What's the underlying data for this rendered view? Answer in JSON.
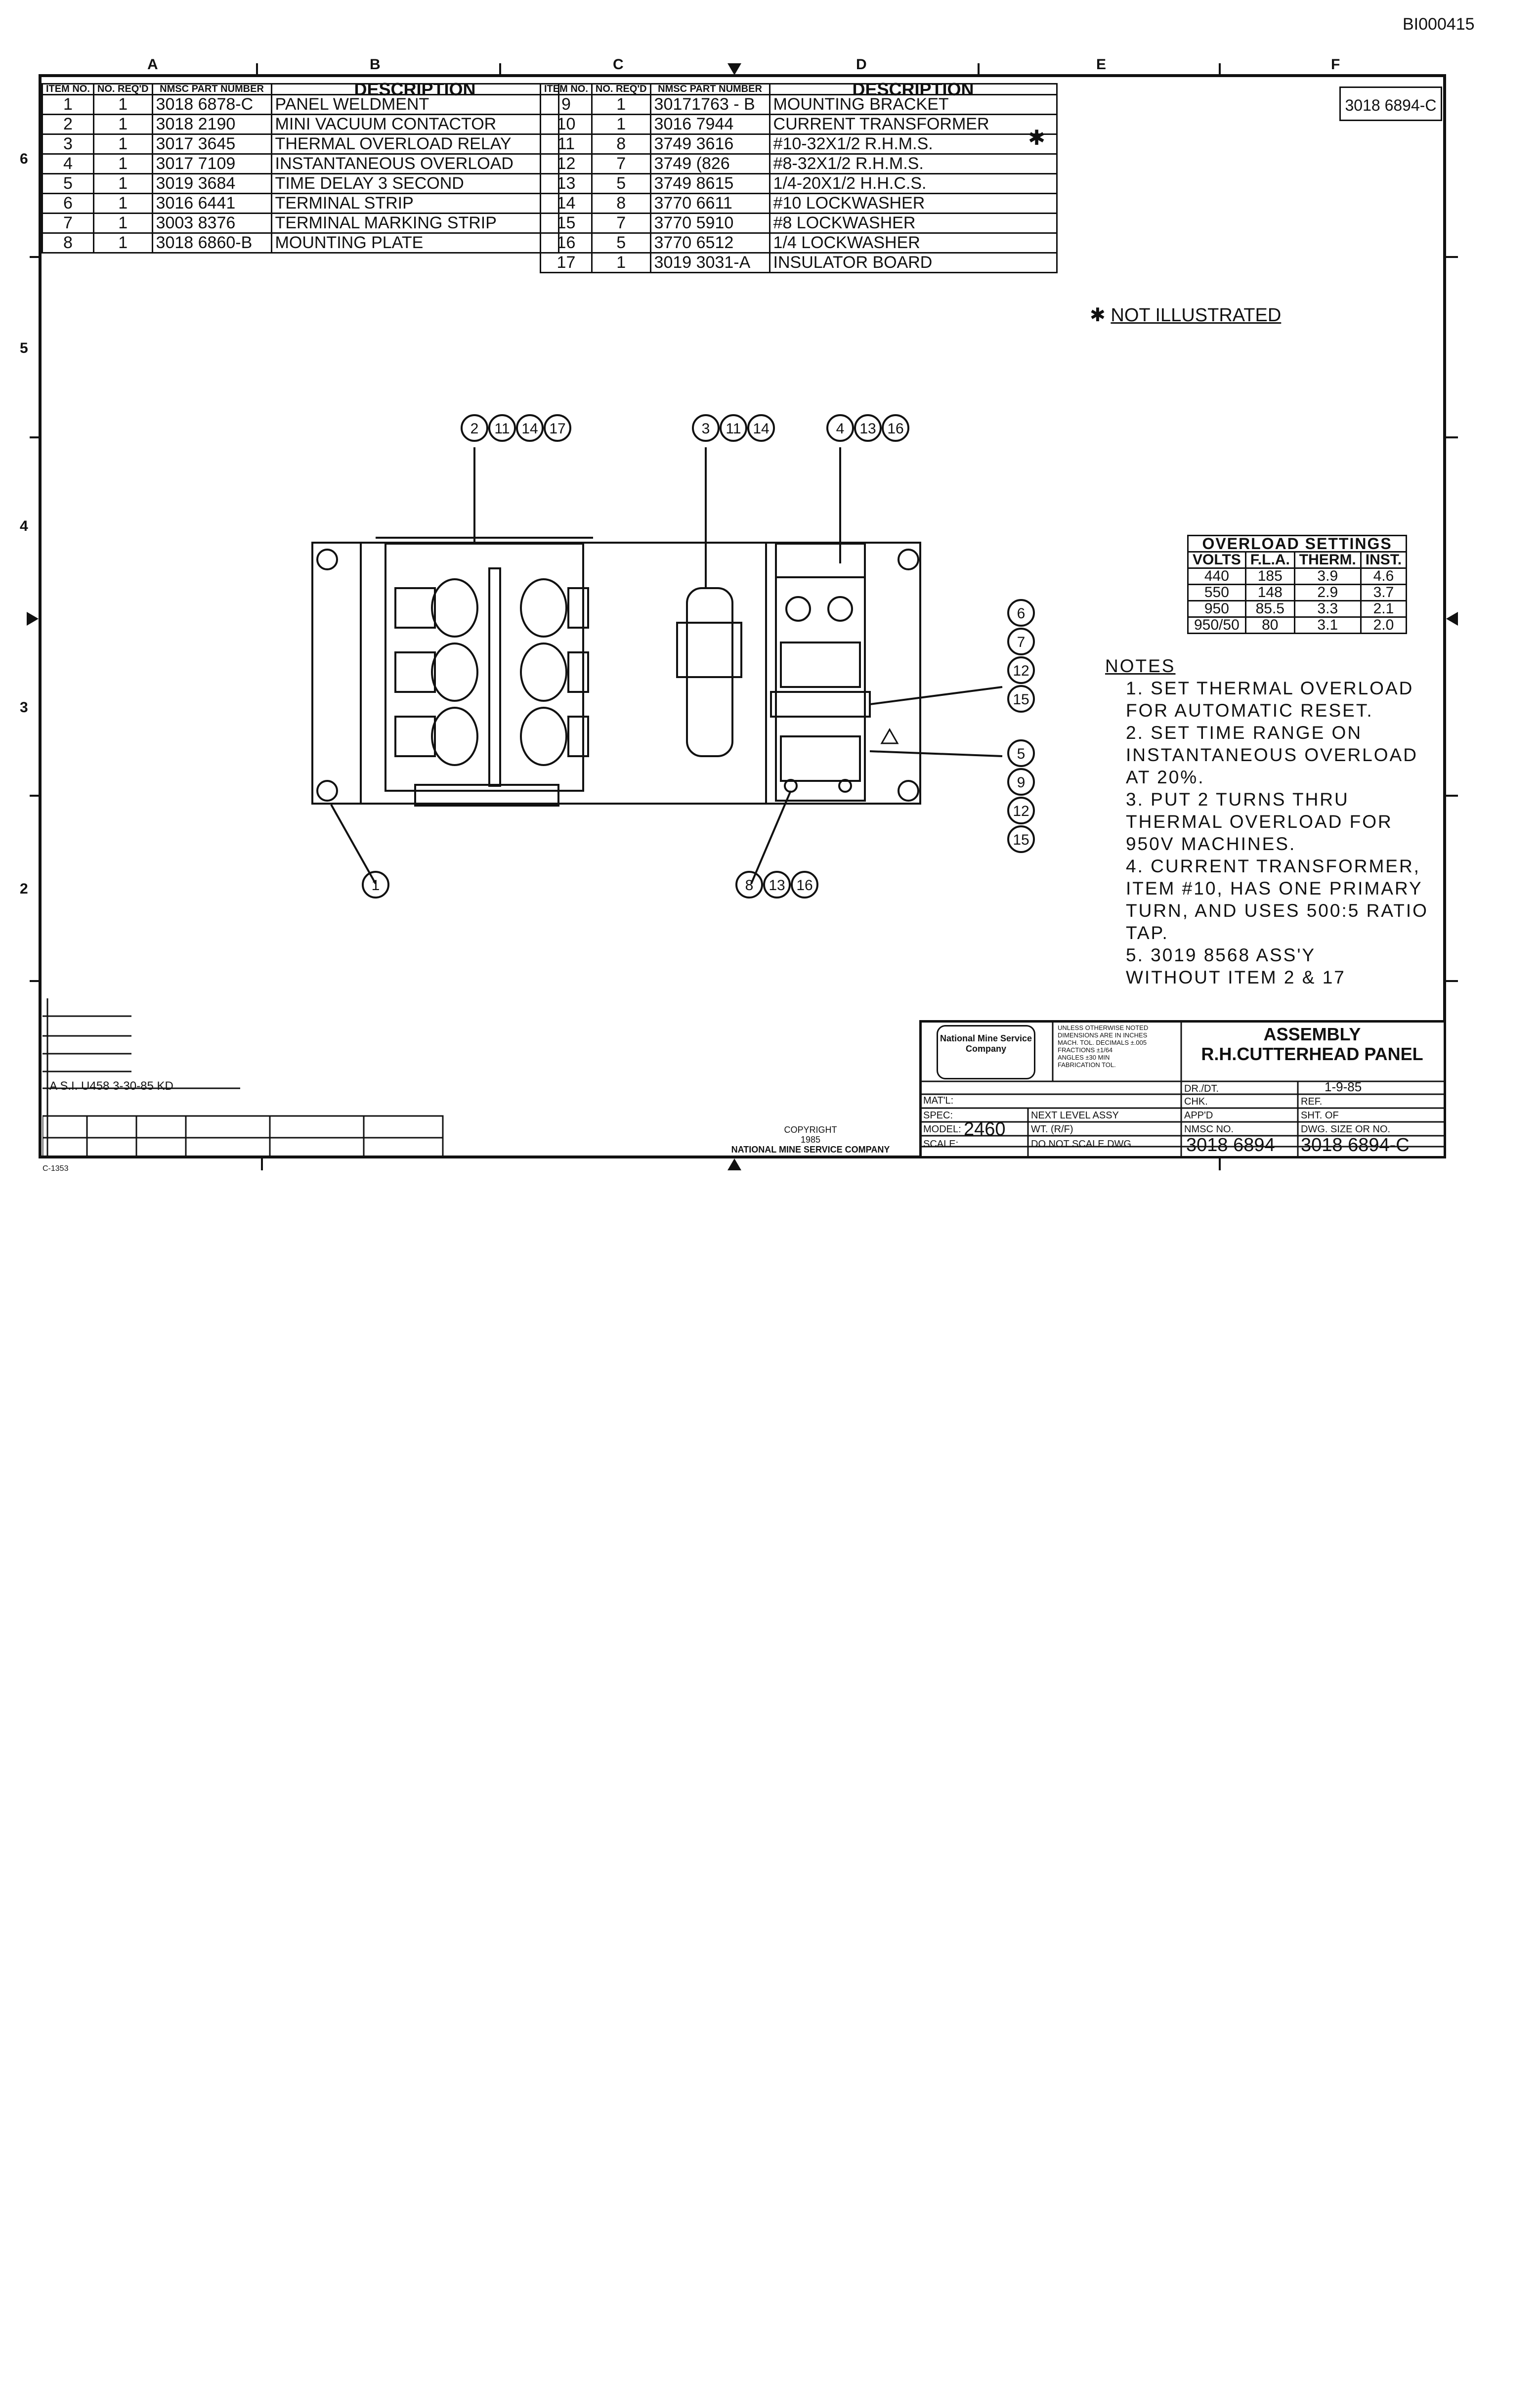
{
  "document_id": "BI000415",
  "corner_dwg_no": "3018 6894-C",
  "zone_columns": [
    "A",
    "B",
    "C",
    "D",
    "E",
    "F"
  ],
  "zone_rows": [
    "6",
    "5",
    "4",
    "3",
    "2"
  ],
  "parts_table_headers": {
    "item_no": "ITEM NO.",
    "no_reqd": "NO. REQ'D",
    "part_number": "NMSC PART NUMBER",
    "description": "DESCRIPTION"
  },
  "parts_left": [
    {
      "item": "1",
      "qty": "1",
      "part": "3018 6878-C",
      "desc": "PANEL  WELDMENT"
    },
    {
      "item": "2",
      "qty": "1",
      "part": "3018 2190",
      "desc": "MINI VACUUM CONTACTOR"
    },
    {
      "item": "3",
      "qty": "1",
      "part": "3017 3645",
      "desc": "THERMAL OVERLOAD RELAY"
    },
    {
      "item": "4",
      "qty": "1",
      "part": "3017 7109",
      "desc": "INSTANTANEOUS OVERLOAD"
    },
    {
      "item": "5",
      "qty": "1",
      "part": "3019  3684",
      "desc": "TIME DELAY 3 SECOND"
    },
    {
      "item": "6",
      "qty": "1",
      "part": "3016 6441",
      "desc": "TERMINAL  STRIP"
    },
    {
      "item": "7",
      "qty": "1",
      "part": "3003 8376",
      "desc": "TERMINAL MARKING STRIP"
    },
    {
      "item": "8",
      "qty": "1",
      "part": "3018 6860-B",
      "desc": "MOUNTING PLATE"
    }
  ],
  "parts_right": [
    {
      "item": "9",
      "qty": "1",
      "part": "30171763 - B",
      "desc": "MOUNTING BRACKET"
    },
    {
      "item": "10",
      "qty": "1",
      "part": "3016 7944",
      "desc": "CURRENT  TRANSFORMER"
    },
    {
      "item": "11",
      "qty": "8",
      "part": "3749 3616",
      "desc": "#10-32X1/2 R.H.M.S."
    },
    {
      "item": "12",
      "qty": "7",
      "part": "3749 (826",
      "desc": "#8-32X1/2 R.H.M.S."
    },
    {
      "item": "13",
      "qty": "5",
      "part": "3749 8615",
      "desc": "1/4-20X1/2 H.H.C.S."
    },
    {
      "item": "14",
      "qty": "8",
      "part": "3770 6611",
      "desc": "#10  LOCKWASHER"
    },
    {
      "item": "15",
      "qty": "7",
      "part": "3770 5910",
      "desc": "#8  LOCKWASHER"
    },
    {
      "item": "16",
      "qty": "5",
      "part": "3770 6512",
      "desc": "1/4 LOCKWASHER"
    },
    {
      "item": "17",
      "qty": "1",
      "part": "3019 3031-A",
      "desc": "INSULATOR  BOARD"
    }
  ],
  "not_illustrated_mark": "✱",
  "not_illustrated_note": "NOT  ILLUSTRATED",
  "callouts": {
    "top_left": [
      "2",
      "11",
      "14",
      "17"
    ],
    "top_mid": [
      "3",
      "11",
      "14"
    ],
    "top_right": [
      "4",
      "13",
      "16"
    ],
    "right_group1": [
      "6",
      "7",
      "12",
      "15"
    ],
    "right_group2": [
      "5",
      "9",
      "12",
      "15"
    ],
    "bottom_left": [
      "1"
    ],
    "bottom_mid": [
      "8",
      "13",
      "16"
    ]
  },
  "overload": {
    "caption": "OVERLOAD SETTINGS",
    "headers": [
      "VOLTS",
      "F.L.A.",
      "THERM.",
      "INST."
    ],
    "rows": [
      [
        "440",
        "185",
        "3.9",
        "4.6"
      ],
      [
        "550",
        "148",
        "2.9",
        "3.7"
      ],
      [
        "950",
        "85.5",
        "3.3",
        "2.1"
      ],
      [
        "950/50",
        "80",
        "3.1",
        "2.0"
      ]
    ]
  },
  "notes": {
    "title": "NOTES",
    "items": [
      "1. SET  THERMAL OVERLOAD FOR AUTOMATIC  RESET.",
      "2. SET  TIME  RANGE  ON INSTANTANEOUS  OVERLOAD AT  20%.",
      "3. PUT  2  TURNS  THRU THERMAL  OVERLOAD  FOR 950V  MACHINES.",
      "4. CURRENT  TRANSFORMER, ITEM #10, HAS ONE PRIMARY TURN, AND USES 500:5 RATIO TAP.",
      "5. 3019  8568  ASS'Y  WITHOUT ITEM  2 & 17"
    ]
  },
  "title_block": {
    "company": "National Mine Service Company",
    "tolerance_lines": [
      "UNLESS OTHERWISE NOTED",
      "DIMENSIONS ARE IN INCHES",
      "MACH. TOL.  DECIMALS ±.005",
      "FRACTIONS ±1/64",
      "ANGLES ±30 MIN",
      "FABRICATION TOL."
    ],
    "title_line1": "ASSEMBLY",
    "title_line2": "R.H.CUTTERHEAD PANEL",
    "labels": {
      "matl": "MAT'L:",
      "spec": "SPEC:",
      "model": "MODEL:",
      "scale": "SCALE:",
      "next_level": "NEXT LEVEL ASSY",
      "wt": "WT. (R/F)",
      "dont_scale": "DO NOT SCALE DWG.",
      "dr": "DR./DT.",
      "chk": "CHK.",
      "appd": "APP'D",
      "nmsc_no": "NMSC NO.",
      "ref": "REF.",
      "sht": "SHT.    OF",
      "dwg_size": "DWG. SIZE OR NO."
    },
    "model": "2460",
    "date": "1-9-85",
    "nmsc_no": "3018 6894",
    "dwg_no": "3018 6894-C"
  },
  "copyright": [
    "COPYRIGHT",
    "1985",
    "NATIONAL MINE SERVICE COMPANY"
  ],
  "revision": "A   S.I. U458   3-30-85  KD",
  "bottom_code": "C-1353"
}
